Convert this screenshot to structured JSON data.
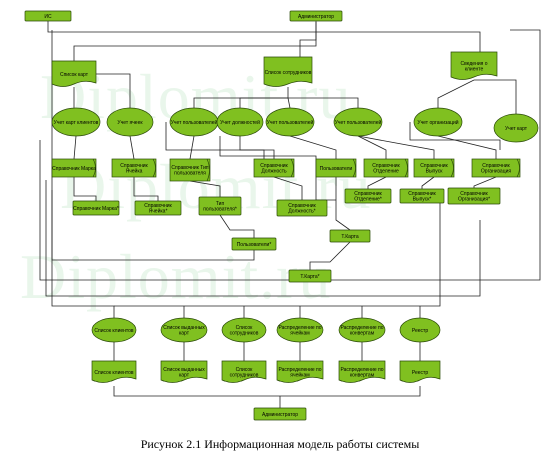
{
  "watermark": "Diplomit.ru",
  "caption": "Рисунок 2.1 Информационная модель работы системы",
  "nodes": {
    "ip": "ИС",
    "admin_top": "Администратор",
    "doc_clients": "Список карт",
    "doc_staff": "Список сотрудников",
    "doc_info": "Сведения о клиенте",
    "p_card_list": "Учет карт клиентов",
    "p_cells": "Учет ячеек",
    "p_users": "Учет пользователей",
    "p_staff": "Учет должностей",
    "p_users2": "Учет пользователей",
    "p_users3": "Учет пользователей",
    "p_org": "Учет организаций",
    "p_cards": "Учет карт",
    "db_marks": "Справочник Марка",
    "db_cells": "Справочник Ячейка",
    "db_types": "Справочник Тип пользователя",
    "db_posts": "Справочник Должность",
    "db_users": "Пользователи",
    "db_depts": "Справочник Отделение",
    "db_vyp": "Справочник Выпуск",
    "db_org": "Справочник Организация",
    "d_marks": "Справочник Марка*",
    "d_cells": "Справочник Ячейка*",
    "d_types": "Тип пользователя*",
    "d_posts": "Справочник Должность*",
    "d_depts": "Справочник Отделение*",
    "d_vyp": "Справочник Выпуск*",
    "d_org": "Справочник Организация*",
    "d_users": "Пользователи*",
    "d_tkarta": "Т.Карта",
    "d_tkarta2": "Т.Карта*",
    "r_clients": "Список клиентов",
    "r_cells": "Список выданных карт",
    "r_staff": "Список сотрудников",
    "r_sched": "Распределение по ячейкам",
    "r_sched2": "Распределение по конвертам",
    "r_reestr": "Реестр",
    "o_clients": "Список клиентов",
    "o_cells": "Список выданных карт",
    "o_staff": "Список сотрудников",
    "o_sched": "Распределение по ячейкам",
    "o_sched2": "Распределение по конвертам",
    "o_reestr": "Реестр",
    "admin_bottom": "Администратор"
  },
  "colors": {
    "fill": "#80c020",
    "stroke": "#2a4a08",
    "line": "#222222",
    "watermark": "#78c882"
  }
}
